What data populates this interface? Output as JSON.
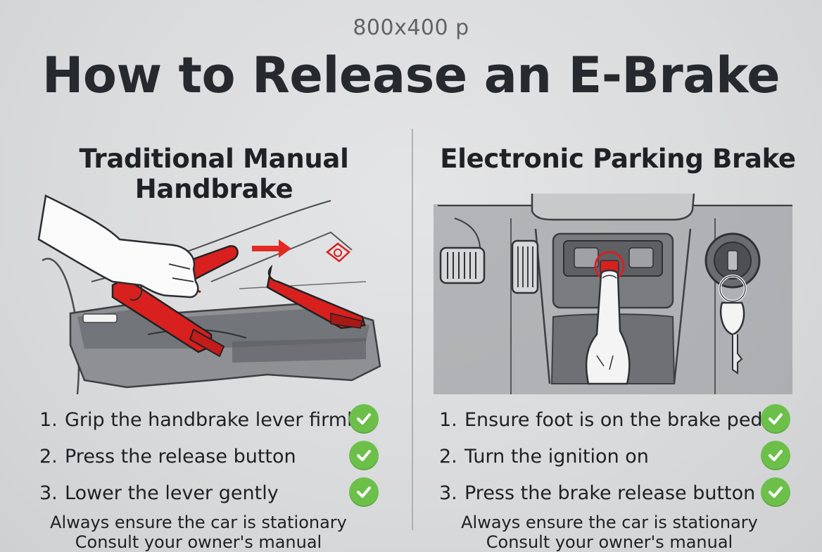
{
  "header": {
    "dimensions_text": "800x400 p",
    "title": "How to Release an E-Brake"
  },
  "panels": [
    {
      "title": "Traditional Manual Handbrake",
      "steps": [
        {
          "number": "1.",
          "text": "Grip the handbrake lever firmly"
        },
        {
          "number": "2.",
          "text": "Press the release button"
        },
        {
          "number": "3.",
          "text": "Lower the lever gently"
        }
      ],
      "notes": [
        "Always ensure the car is stationary",
        "Consult your owner's manual"
      ]
    },
    {
      "title": "Electronic Parking Brake",
      "steps": [
        {
          "number": "1.",
          "text": "Ensure foot is on the brake pedal"
        },
        {
          "number": "2.",
          "text": "Turn the ignition on"
        },
        {
          "number": "3.",
          "text": "Press the brake release button"
        }
      ],
      "notes": [
        "Always ensure the car is stationary",
        "Consult your owner's manual"
      ]
    }
  ],
  "colors": {
    "accent_red": "#d8201f",
    "check_green": "#6cc04a",
    "background": "#dcdddf",
    "text_dark": "#1d2024"
  },
  "icons": [
    "hand-icon",
    "handbrake-lever-icon",
    "arrow-right-icon",
    "brake-warning-icon",
    "pedal-icon",
    "epb-button-icon",
    "finger-icon",
    "ignition-key-icon",
    "check-icon"
  ]
}
